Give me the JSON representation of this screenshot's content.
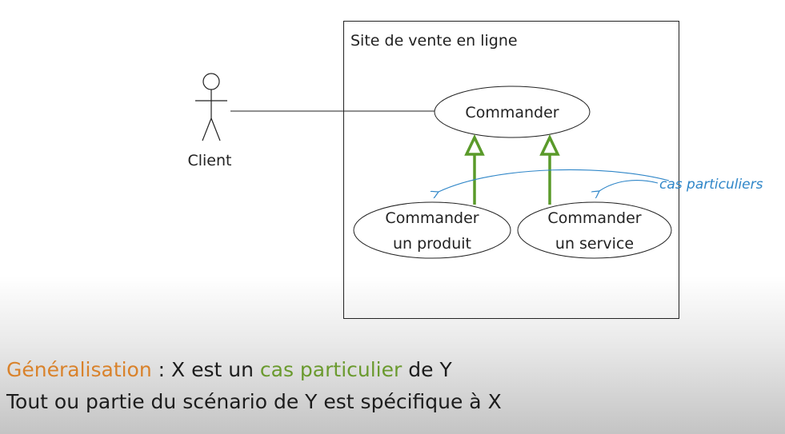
{
  "diagram": {
    "system_title": "Site de vente en ligne",
    "actor_name": "Client",
    "use_cases": {
      "parent": "Commander",
      "child1": [
        "Commander",
        "un produit"
      ],
      "child2": [
        "Commander",
        "un service"
      ]
    },
    "note": "cas particuliers"
  },
  "caption": {
    "line1": {
      "term": "Généralisation",
      "part1": " : X est un ",
      "highlight": "cas particulier",
      "part2": " de Y"
    },
    "line2": "Tout ou partie du scénario de Y est spécifique à X"
  },
  "colors": {
    "term": "#d9822b",
    "highlight": "#6a9a2e",
    "arrow": "#5a9a2a",
    "note": "#2f86c8"
  }
}
